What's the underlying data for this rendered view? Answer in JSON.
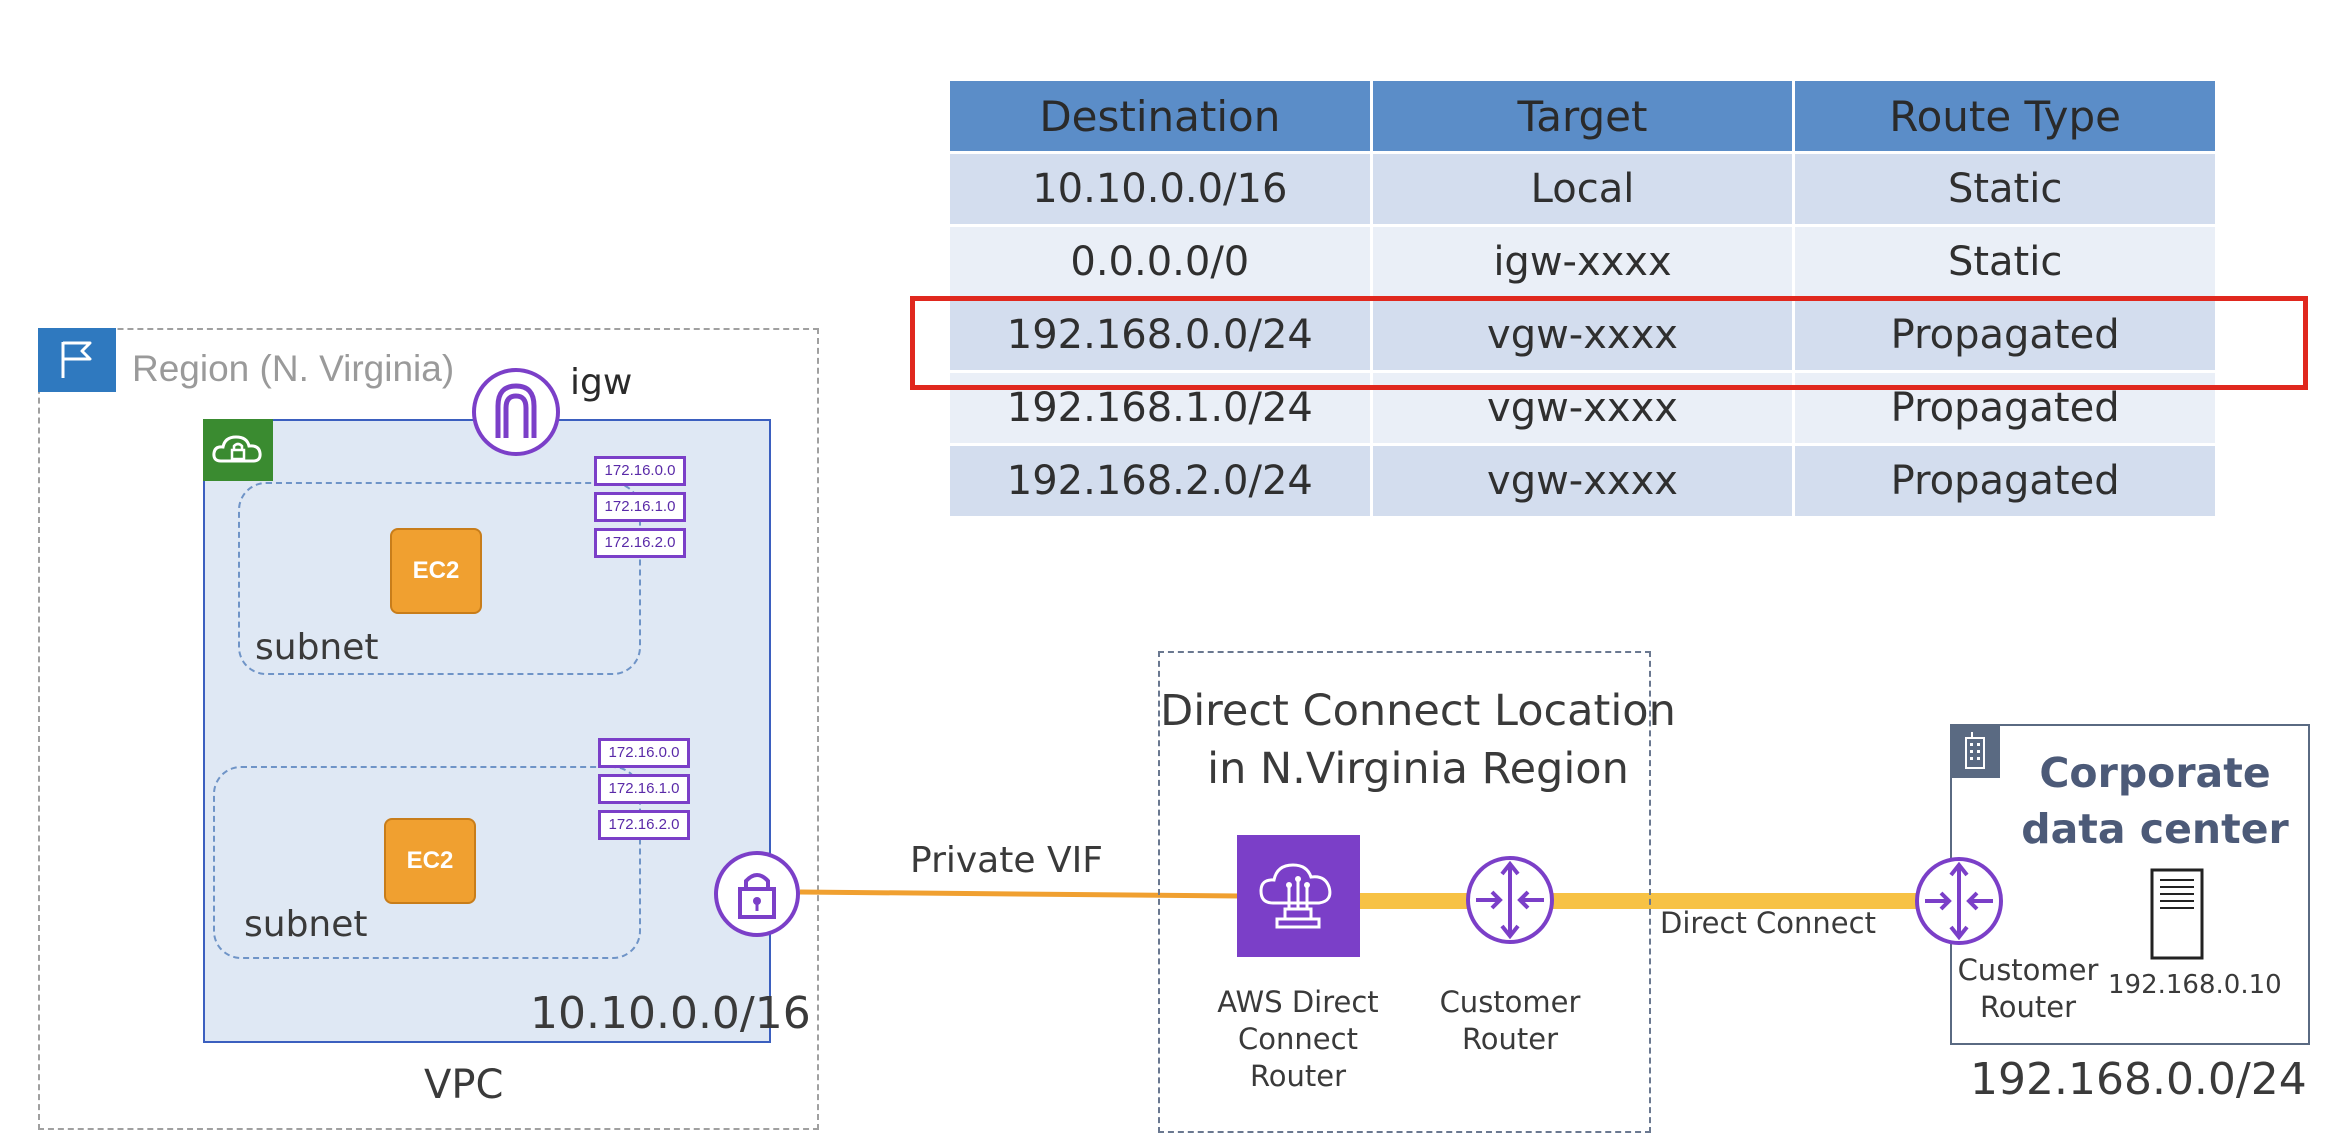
{
  "route_table": {
    "headers": [
      "Destination",
      "Target",
      "Route Type"
    ],
    "rows": [
      [
        "10.10.0.0/16",
        "Local",
        "Static"
      ],
      [
        "0.0.0.0/0",
        "igw-xxxx",
        "Static"
      ],
      [
        "192.168.0.0/24",
        "vgw-xxxx",
        "Propagated"
      ],
      [
        "192.168.1.0/24",
        "vgw-xxxx",
        "Propagated"
      ],
      [
        "192.168.2.0/24",
        "vgw-xxxx",
        "Propagated"
      ]
    ]
  },
  "region": {
    "label": "Region (N. Virginia)"
  },
  "vpc": {
    "label": "VPC",
    "cidr": "10.10.0.0/16",
    "igw_label": "igw",
    "subnets": [
      {
        "label": "subnet",
        "instance": "EC2",
        "routes": [
          "172.16.0.0",
          "172.16.1.0",
          "172.16.2.0"
        ]
      },
      {
        "label": "subnet",
        "instance": "EC2",
        "routes": [
          "172.16.0.0",
          "172.16.1.0",
          "172.16.2.0"
        ]
      }
    ]
  },
  "links": {
    "private_vif": "Private VIF",
    "direct_connect": "Direct Connect"
  },
  "dx_location": {
    "title_line1": "Direct Connect Location",
    "title_line2": "in N.Virginia Region",
    "aws_router_line1": "AWS Direct",
    "aws_router_line2": "Connect",
    "aws_router_line3": "Router",
    "customer_router_line1": "Customer",
    "customer_router_line2": "Router"
  },
  "datacenter": {
    "title_line1": "Corporate",
    "title_line2": "data center",
    "router_line1": "Customer",
    "router_line2": "Router",
    "server_ip": "192.168.0.10",
    "cidr": "192.168.0.0/24"
  },
  "colors": {
    "table_header": "#5b8dc8",
    "table_row_dark": "#d3ddee",
    "table_row_light": "#eaeff7",
    "highlight": "#e0281e",
    "region_flag": "#2f79bf",
    "vpc_fill": "#dfe8f4",
    "vpc_badge": "#3a8b30",
    "ec2": "#f0a030",
    "purple": "#7b3fc8",
    "vif_line": "#f0a030",
    "dx_line": "#f7c245"
  }
}
